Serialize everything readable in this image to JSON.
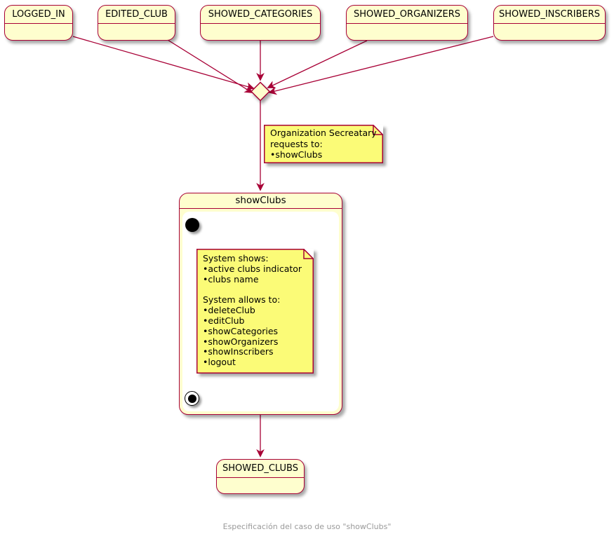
{
  "colors": {
    "accent": "#A80036",
    "state-fill": "#FEFECE",
    "note-fill": "#FBFB77",
    "caption-text": "#9A9A9A"
  },
  "top_states": [
    {
      "label": "LOGGED_IN"
    },
    {
      "label": "EDITED_CLUB"
    },
    {
      "label": "SHOWED_CATEGORIES"
    },
    {
      "label": "SHOWED_ORGANIZERS"
    },
    {
      "label": "SHOWED_INSCRIBERS"
    }
  ],
  "request_note": {
    "line1": "Organization Secreatary",
    "line2": "requests to:",
    "items": [
      "showClubs"
    ]
  },
  "composite_state": {
    "title": "showClubs"
  },
  "system_note": {
    "sections": [
      {
        "title": "System shows:",
        "items": [
          "active clubs indicator",
          "clubs name"
        ]
      },
      {
        "title": "System allows to:",
        "items": [
          "deleteClub",
          "editClub",
          "showCategories",
          "showOrganizers",
          "showInscribers",
          "logout"
        ]
      }
    ]
  },
  "bottom_state": {
    "label": "SHOWED_CLUBS"
  },
  "caption": "Especificación del caso de uso \"showClubs\""
}
